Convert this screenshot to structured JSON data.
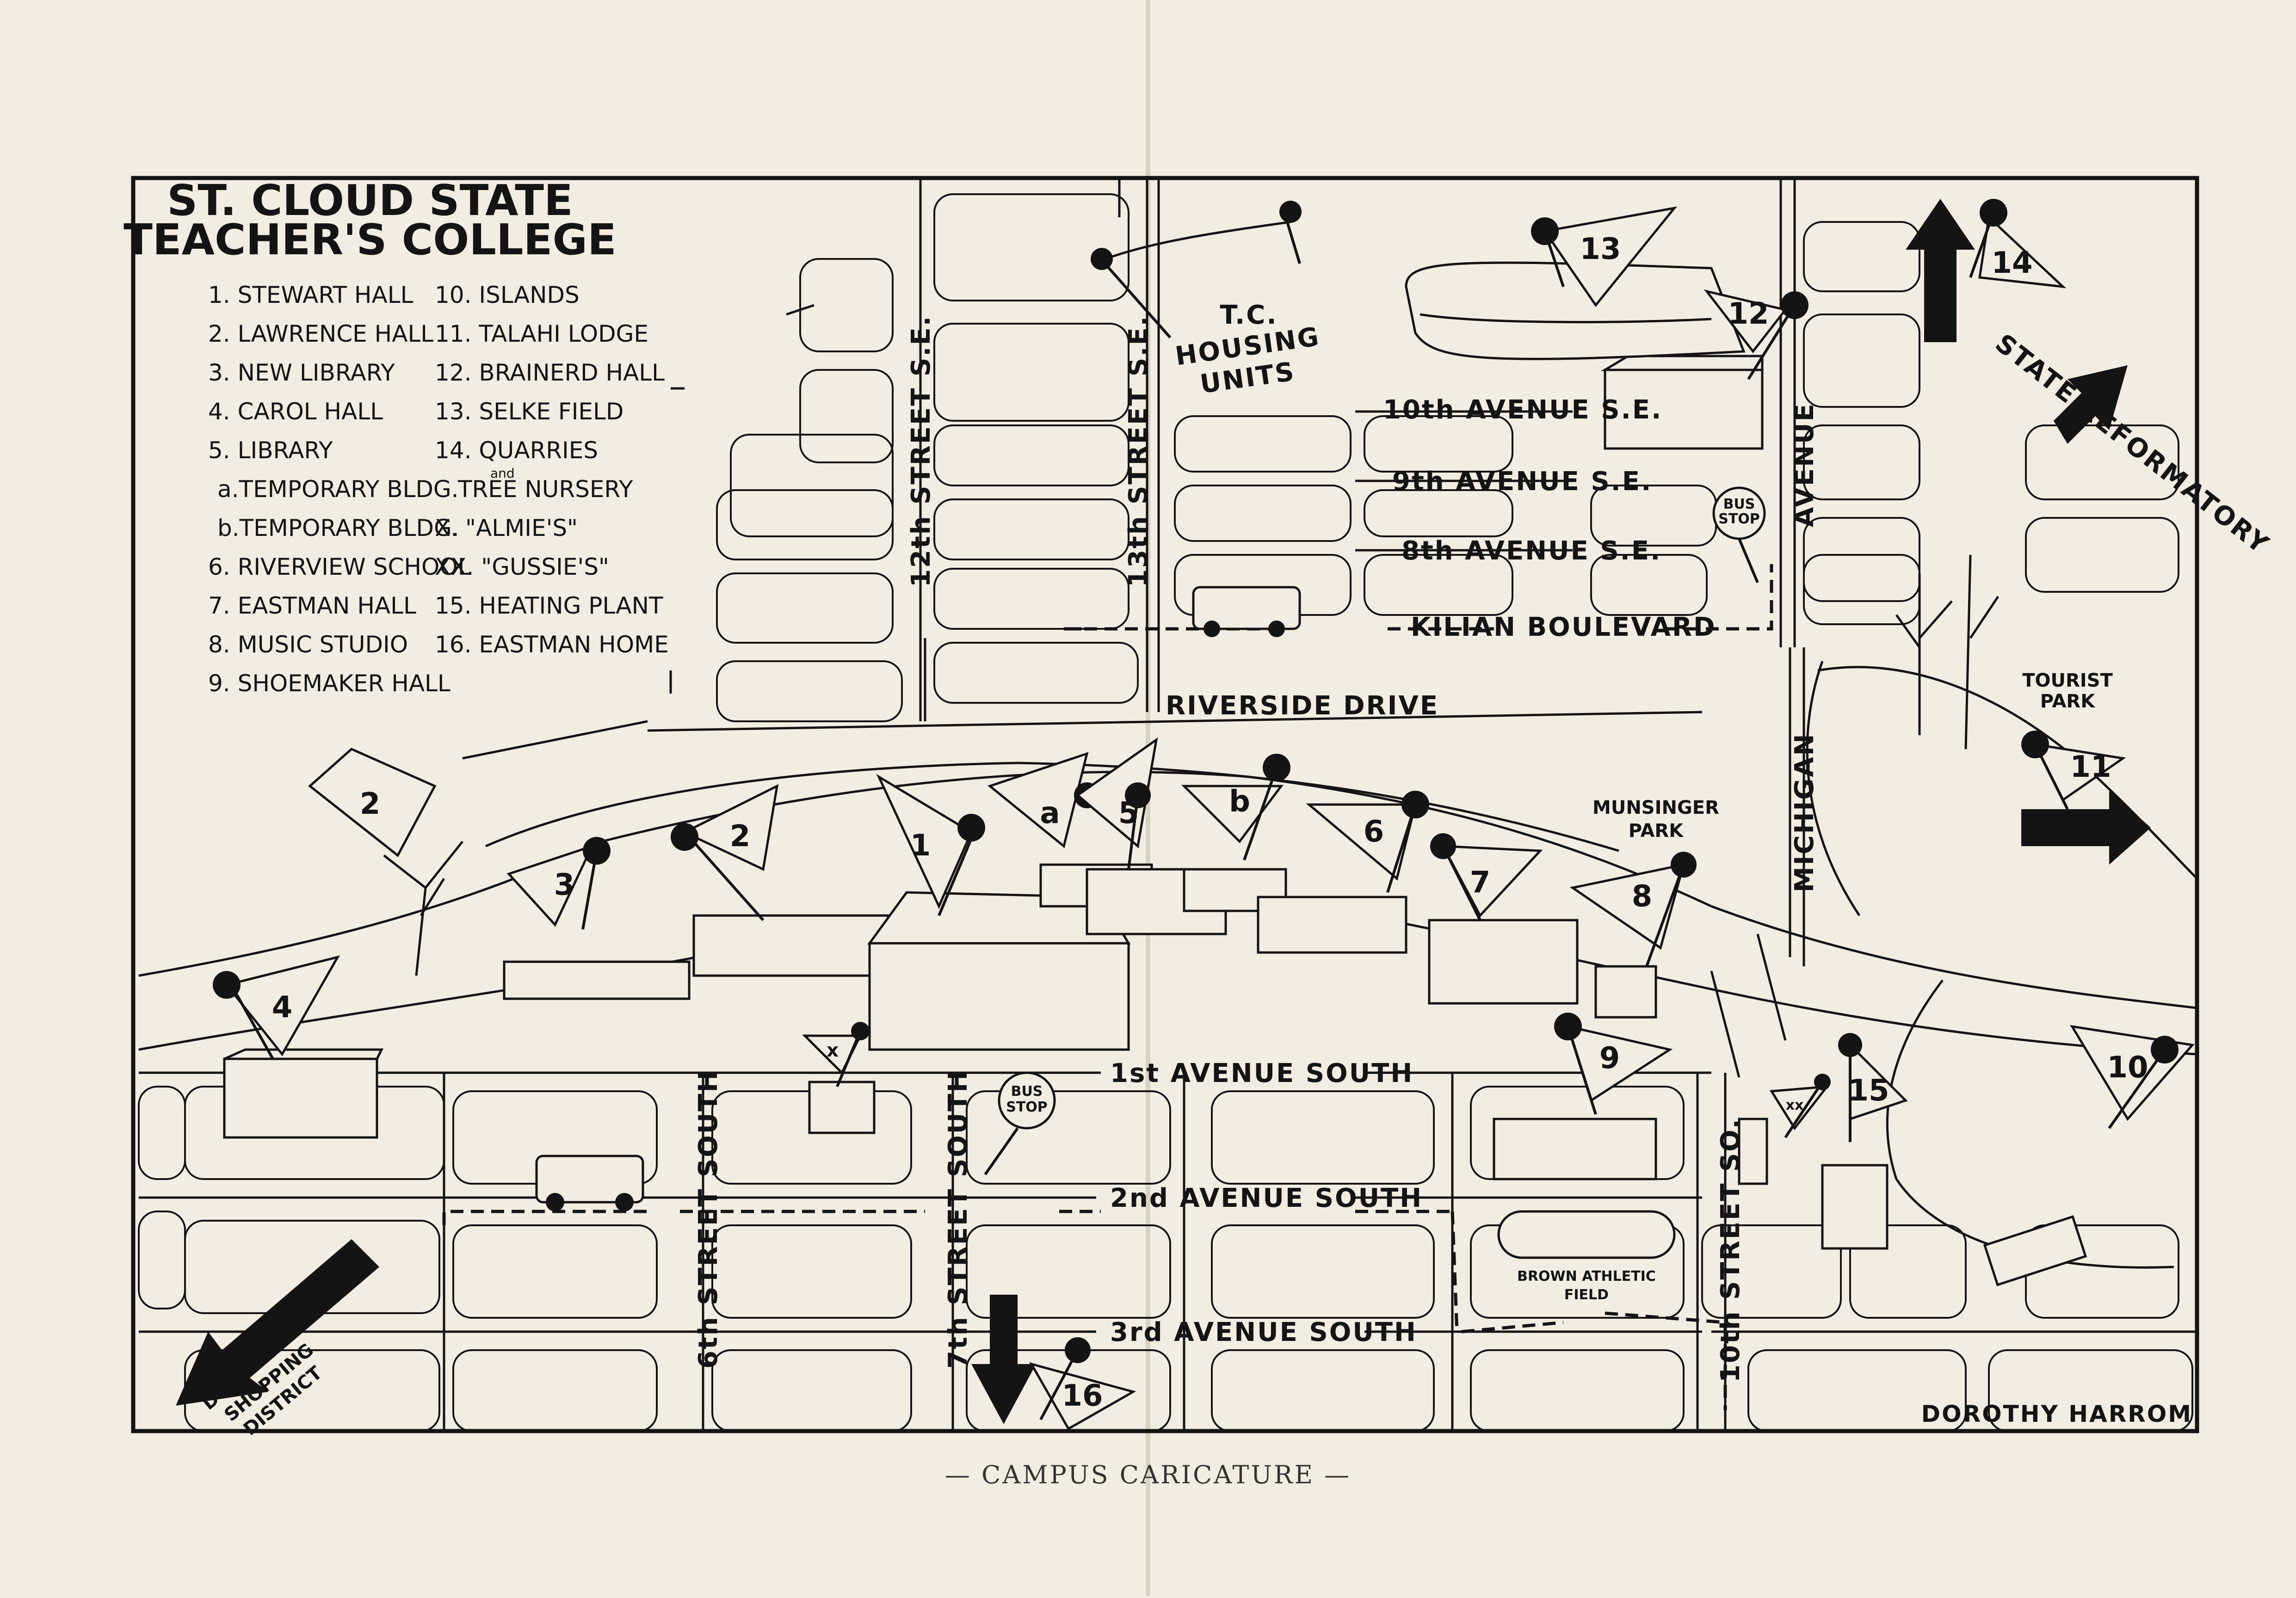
{
  "title": {
    "line1": "ST. CLOUD STATE",
    "line2": "TEACHER'S  COLLEGE"
  },
  "legend_col1": [
    "1. STEWART HALL",
    "2. LAWRENCE HALL",
    "3. NEW LIBRARY",
    "4. CAROL HALL",
    "5. LIBRARY",
    "a.TEMPORARY BLDG.",
    "b.TEMPORARY BLDG.",
    "6. RIVERVIEW SCHOOL",
    "7. EASTMAN HALL",
    "8. MUSIC STUDIO",
    "9. SHOEMAKER HALL"
  ],
  "legend_col2": [
    "10. ISLANDS",
    "11. TALAHI LODGE",
    "12. BRAINERD HALL",
    "13. SELKE FIELD",
    "14. QUARRIES",
    "and",
    "TREE NURSERY",
    "X. \"ALMIE'S\"",
    "XX. \"GUSSIE'S\"",
    "15. HEATING PLANT",
    "16. EASTMAN HOME"
  ],
  "streets": {
    "tenth_ave_se": "10th AVENUE S.E.",
    "ninth_ave_se": "9th AVENUE S.E.",
    "eighth_ave_se": "8th AVENUE S.E.",
    "kilian": "KILIAN BOULEVARD",
    "riverside": "RIVERSIDE  DRIVE",
    "first_ave_s": "1st AVENUE SOUTH",
    "second_ave_s": "2nd AVENUE SOUTH",
    "third_ave_s": "3rd AVENUE SOUTH",
    "twelfth_st_se": "12th STREET S.E.",
    "thirteenth_st_se": "13th STREET S.E.",
    "sixth_st_s": "6th STREET SOUTH",
    "seventh_st_s": "7th STREET SOUTH",
    "tenth_st_so": "10th STREET SO.",
    "michigan": "MICHIGAN",
    "avenue": "AVENUE"
  },
  "places": {
    "housing_line1": "T.C.",
    "housing_line2": "HOUSING",
    "housing_line3": "UNITS",
    "munsinger_line1": "MUNSINGER",
    "munsinger_line2": "PARK",
    "tourist_line1": "TOURIST",
    "tourist_line2": "PARK",
    "brown_line1": "BROWN ATHLETIC",
    "brown_line2": "FIELD",
    "state_reformatory": "STATE REFORMATORY",
    "downtown_line1": "DOWNTOWN",
    "downtown_line2": "SHOPPING",
    "downtown_line3": "DISTRICT",
    "bus_stop_line1": "BUS",
    "bus_stop_line2": "STOP"
  },
  "markers": {
    "m1": "1",
    "m2": "2",
    "m2b": "2",
    "m3": "3",
    "m4": "4",
    "ma": "a",
    "m5": "5",
    "mb": "b",
    "m6": "6",
    "m7": "7",
    "m8": "8",
    "m9": "9",
    "m10": "10",
    "m11": "11",
    "m12": "12",
    "m13": "13",
    "m14": "14",
    "m15": "15",
    "m16": "16",
    "mx": "x",
    "mxx": "xx"
  },
  "signature": "DOROTHY  HARROM",
  "caption": "— CAMPUS CARICATURE —",
  "colors": {
    "ink": "#141414",
    "paper": "#f1ede3"
  }
}
